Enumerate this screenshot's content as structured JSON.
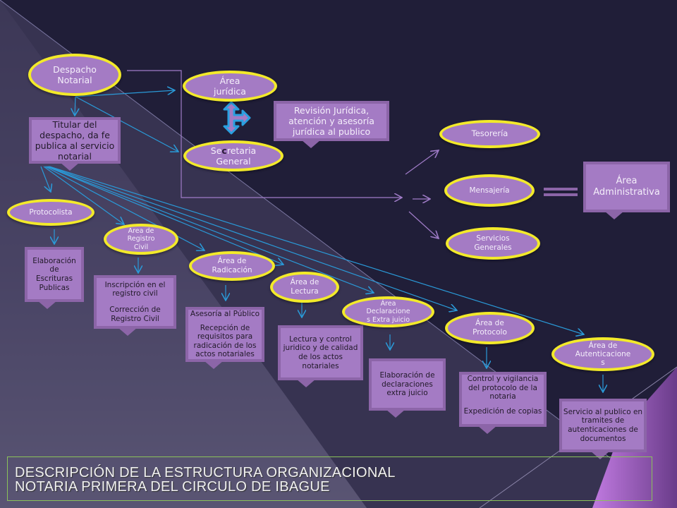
{
  "title": {
    "line1": "DESCRIPCIÓN  DE LA ESTRUCTURA  ORGANIZACIONAL",
    "line2": "NOTARIA  PRIMERA DEL CIRCULO  DE IBAGUE"
  },
  "colors": {
    "background": "#201e38",
    "node_fill": "#a47bc4",
    "oval_border": "#f3ea2a",
    "connector_blue": "#2a9ad8",
    "connector_purple": "#a07cc8",
    "title_border": "#8bc35a"
  },
  "nodes": {
    "despacho": "Despacho\nNotarial",
    "titular": "Titular del despacho, da fe publica al servicio notarial",
    "area_juridica": "Área\njurídica",
    "secretaria": [
      "Se",
      "c",
      "retaria\nGeneral"
    ],
    "revision": "Revisión Jurídica, atención y asesoría jurídica  al publico",
    "tesoreria": "Tesorería",
    "mensajeria": "Mensajería",
    "servicios": "Servicios\nGenerales",
    "area_admin": "Área\nAdministrativa",
    "protocolista": "Protocolista",
    "elaboracion_escrituras": "Elaboración\nde\nEscrituras\nPublicas",
    "registro_civil": "Area de\nRegistro\nCivil",
    "registro_civil_desc1": "Inscripción en el registro civil",
    "registro_civil_desc2": "Corrección de Registro Civil",
    "radicacion": "Área de\nRadicación",
    "radicacion_desc1": "Asesoría  al Público",
    "radicacion_desc2": "Recepción de requisitos para radicación de los actos  notariales",
    "lectura": "Área de\nLectura",
    "lectura_desc": "Lectura y control juridico y de calidad de los actos notariales",
    "declaraciones": "Área\nDeclaracione\ns Extra juicio",
    "declaraciones_desc": "Elaboración de declaraciones extra juicio",
    "protocolo": "Área de\nProtocolo",
    "protocolo_desc1": "Control y vigilancia del protocolo de la notaria",
    "protocolo_desc2": "Expedición de copias",
    "autenticaciones": "Área de\nAutenticacione\ns",
    "autenticaciones_desc": "Servicio al publico en tramites de autenticaciones de documentos"
  }
}
